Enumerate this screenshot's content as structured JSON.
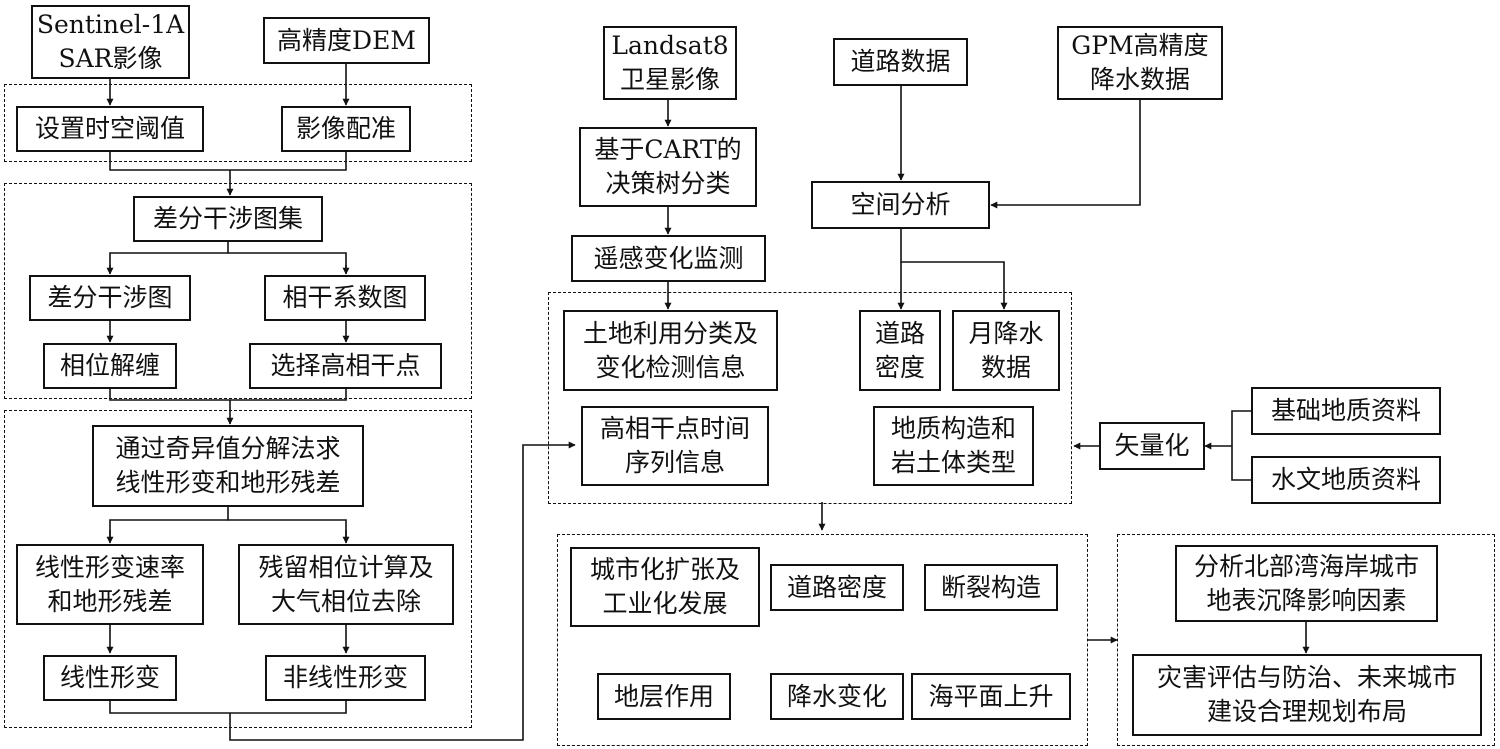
{
  "nodes": {
    "sentinel": "Sentinel-1A\nSAR影像",
    "dem": "高精度DEM",
    "set_threshold": "设置时空阈值",
    "registration": "影像配准",
    "diff_set": "差分干涉图集",
    "diff_gram": "差分干涉图",
    "coherence_map": "相干系数图",
    "unwrap": "相位解缠",
    "select_points": "选择高相干点",
    "svd": "通过奇异值分解法求\n线性形变和地形残差",
    "linear_rate": "线性形变速率\n和地形残差",
    "residual_phase": "残留相位计算及\n大气相位去除",
    "linear_def": "线性形变",
    "nonlinear_def": "非线性形变",
    "landsat": "Landsat8\n卫星影像",
    "cart": "基于CART的\n决策树分类",
    "rs_monitor": "遥感变化监测",
    "land_use": "土地利用分类及\n变化检测信息",
    "coherent_ts": "高相干点时间\n序列信息",
    "road_data": "道路数据",
    "gpm": "GPM高精度\n降水数据",
    "spatial_analysis": "空间分析",
    "road_density_box": "道路\n密度",
    "monthly_precip": "月降水\n数据",
    "geo_structure": "地质构造和\n岩土体类型",
    "vectorize": "矢量化",
    "basic_geo": "基础地质资料",
    "hydro_geo": "水文地质资料",
    "urbanization": "城市化扩张及\n工业化发展",
    "road_density": "道路密度",
    "fault": "断裂构造",
    "stratum": "地层作用",
    "precip_change": "降水变化",
    "sea_level": "海平面上升",
    "analyze_factors": "分析北部湾海岸城市\n地表沉降影响因素",
    "disaster": "灾害评估与防治、未来城市\n建设合理规划布局"
  }
}
